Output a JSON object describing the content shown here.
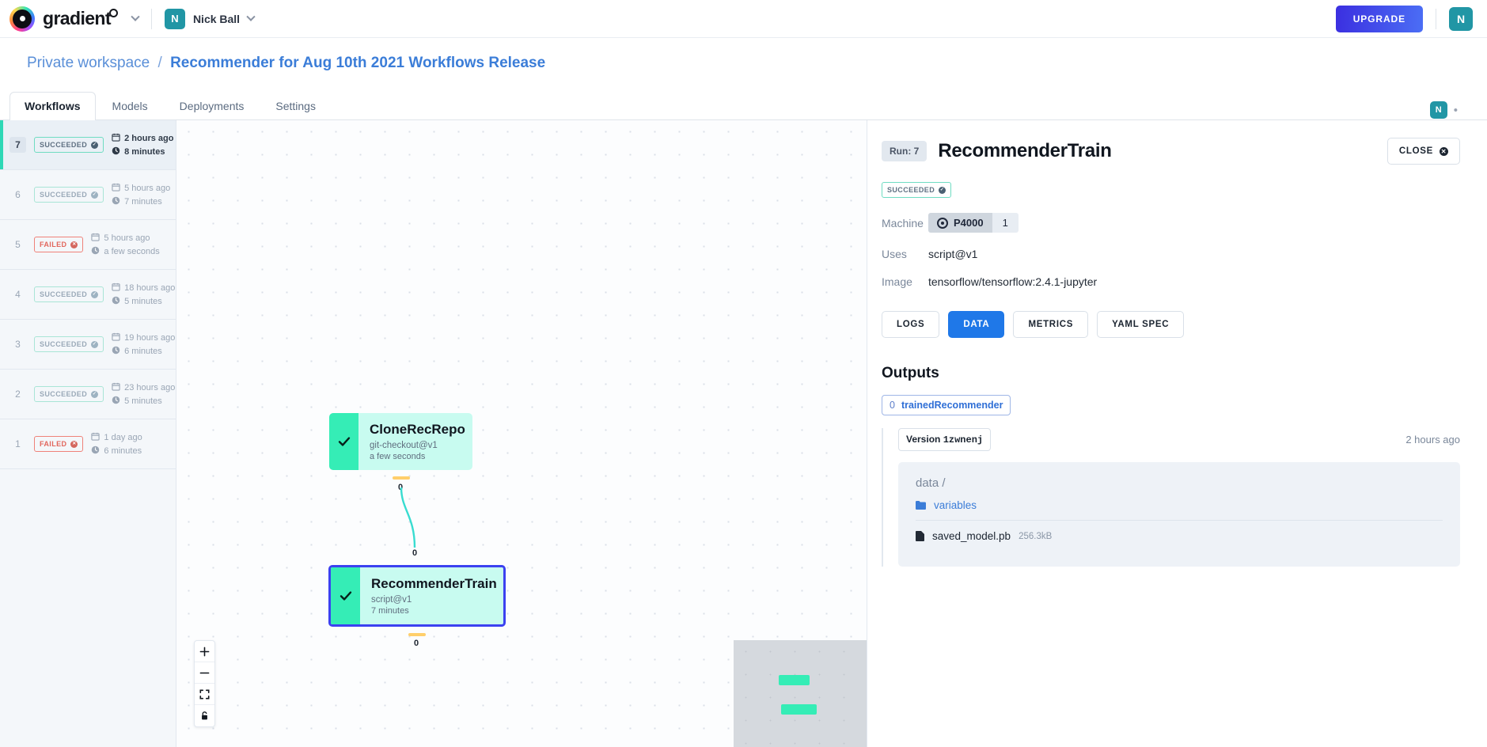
{
  "topbar": {
    "brand": "gradient",
    "brand_chevron": "chevron-down-icon",
    "user_initial": "N",
    "user_name": "Nick Ball",
    "upgrade_label": "UPGRADE",
    "account_initial": "N"
  },
  "header": {
    "breadcrumb_root": "Private workspace",
    "breadcrumb_sep": "/",
    "breadcrumb_current": "Recommender for Aug 10th 2021 Workflows Release",
    "collab_initial": "N",
    "collab_more": "•",
    "tabs": [
      {
        "label": "Workflows",
        "active": true
      },
      {
        "label": "Models",
        "active": false
      },
      {
        "label": "Deployments",
        "active": false
      },
      {
        "label": "Settings",
        "active": false
      }
    ]
  },
  "runs": [
    {
      "num": "7",
      "status": "SUCCEEDED",
      "state": "succeeded",
      "when": "2 hours ago",
      "duration": "8 minutes",
      "selected": true
    },
    {
      "num": "6",
      "status": "SUCCEEDED",
      "state": "succeeded",
      "when": "5 hours ago",
      "duration": "7 minutes",
      "selected": false
    },
    {
      "num": "5",
      "status": "FAILED",
      "state": "failed",
      "when": "5 hours ago",
      "duration": "a few seconds",
      "selected": false
    },
    {
      "num": "4",
      "status": "SUCCEEDED",
      "state": "succeeded",
      "when": "18 hours ago",
      "duration": "5 minutes",
      "selected": false
    },
    {
      "num": "3",
      "status": "SUCCEEDED",
      "state": "succeeded",
      "when": "19 hours ago",
      "duration": "6 minutes",
      "selected": false
    },
    {
      "num": "2",
      "status": "SUCCEEDED",
      "state": "succeeded",
      "when": "23 hours ago",
      "duration": "5 minutes",
      "selected": false
    },
    {
      "num": "1",
      "status": "FAILED",
      "state": "failed",
      "when": "1 day ago",
      "duration": "6 minutes",
      "selected": false
    }
  ],
  "graph": {
    "nodes": [
      {
        "title": "CloneRecRepo",
        "uses": "git-checkout@v1",
        "duration": "a few seconds",
        "selected": false
      },
      {
        "title": "RecommenderTrain",
        "uses": "script@v1",
        "duration": "7 minutes",
        "selected": true
      }
    ],
    "edge_labels": [
      "0",
      "0",
      "0"
    ],
    "controls": [
      {
        "name": "zoom-in-button",
        "icon": "plus-icon"
      },
      {
        "name": "zoom-out-button",
        "icon": "minus-icon"
      },
      {
        "name": "fit-view-button",
        "icon": "fit-screen-icon"
      },
      {
        "name": "lock-button",
        "icon": "lock-icon"
      }
    ]
  },
  "detail": {
    "run_pill": "Run: 7",
    "title": "RecommenderTrain",
    "close_label": "CLOSE",
    "status": "SUCCEEDED",
    "fields": [
      {
        "key": "Machine",
        "value": ""
      },
      {
        "key": "Uses",
        "value": "script@v1"
      },
      {
        "key": "Image",
        "value": "tensorflow/tensorflow:2.4.1-jupyter"
      }
    ],
    "machine_name": "P4000",
    "machine_count": "1",
    "tabs": [
      {
        "label": "LOGS",
        "active": false
      },
      {
        "label": "DATA",
        "active": true
      },
      {
        "label": "METRICS",
        "active": false
      },
      {
        "label": "YAML SPEC",
        "active": false
      }
    ],
    "outputs_title": "Outputs",
    "output_index": "0",
    "output_name": "trainedRecommender",
    "version_label": "Version",
    "version_id": "1zwnenj",
    "version_when": "2 hours ago",
    "path": "data /",
    "files": [
      {
        "name": "variables",
        "type": "folder",
        "size": ""
      },
      {
        "name": "saved_model.pb",
        "type": "file",
        "size": "256.3kB"
      }
    ]
  },
  "colors": {
    "accent_blue": "#1f78e8",
    "node_green": "#35edb6",
    "selection": "#3b41f0",
    "teal": "#2ed8b6",
    "fail_red": "#e2665c"
  }
}
